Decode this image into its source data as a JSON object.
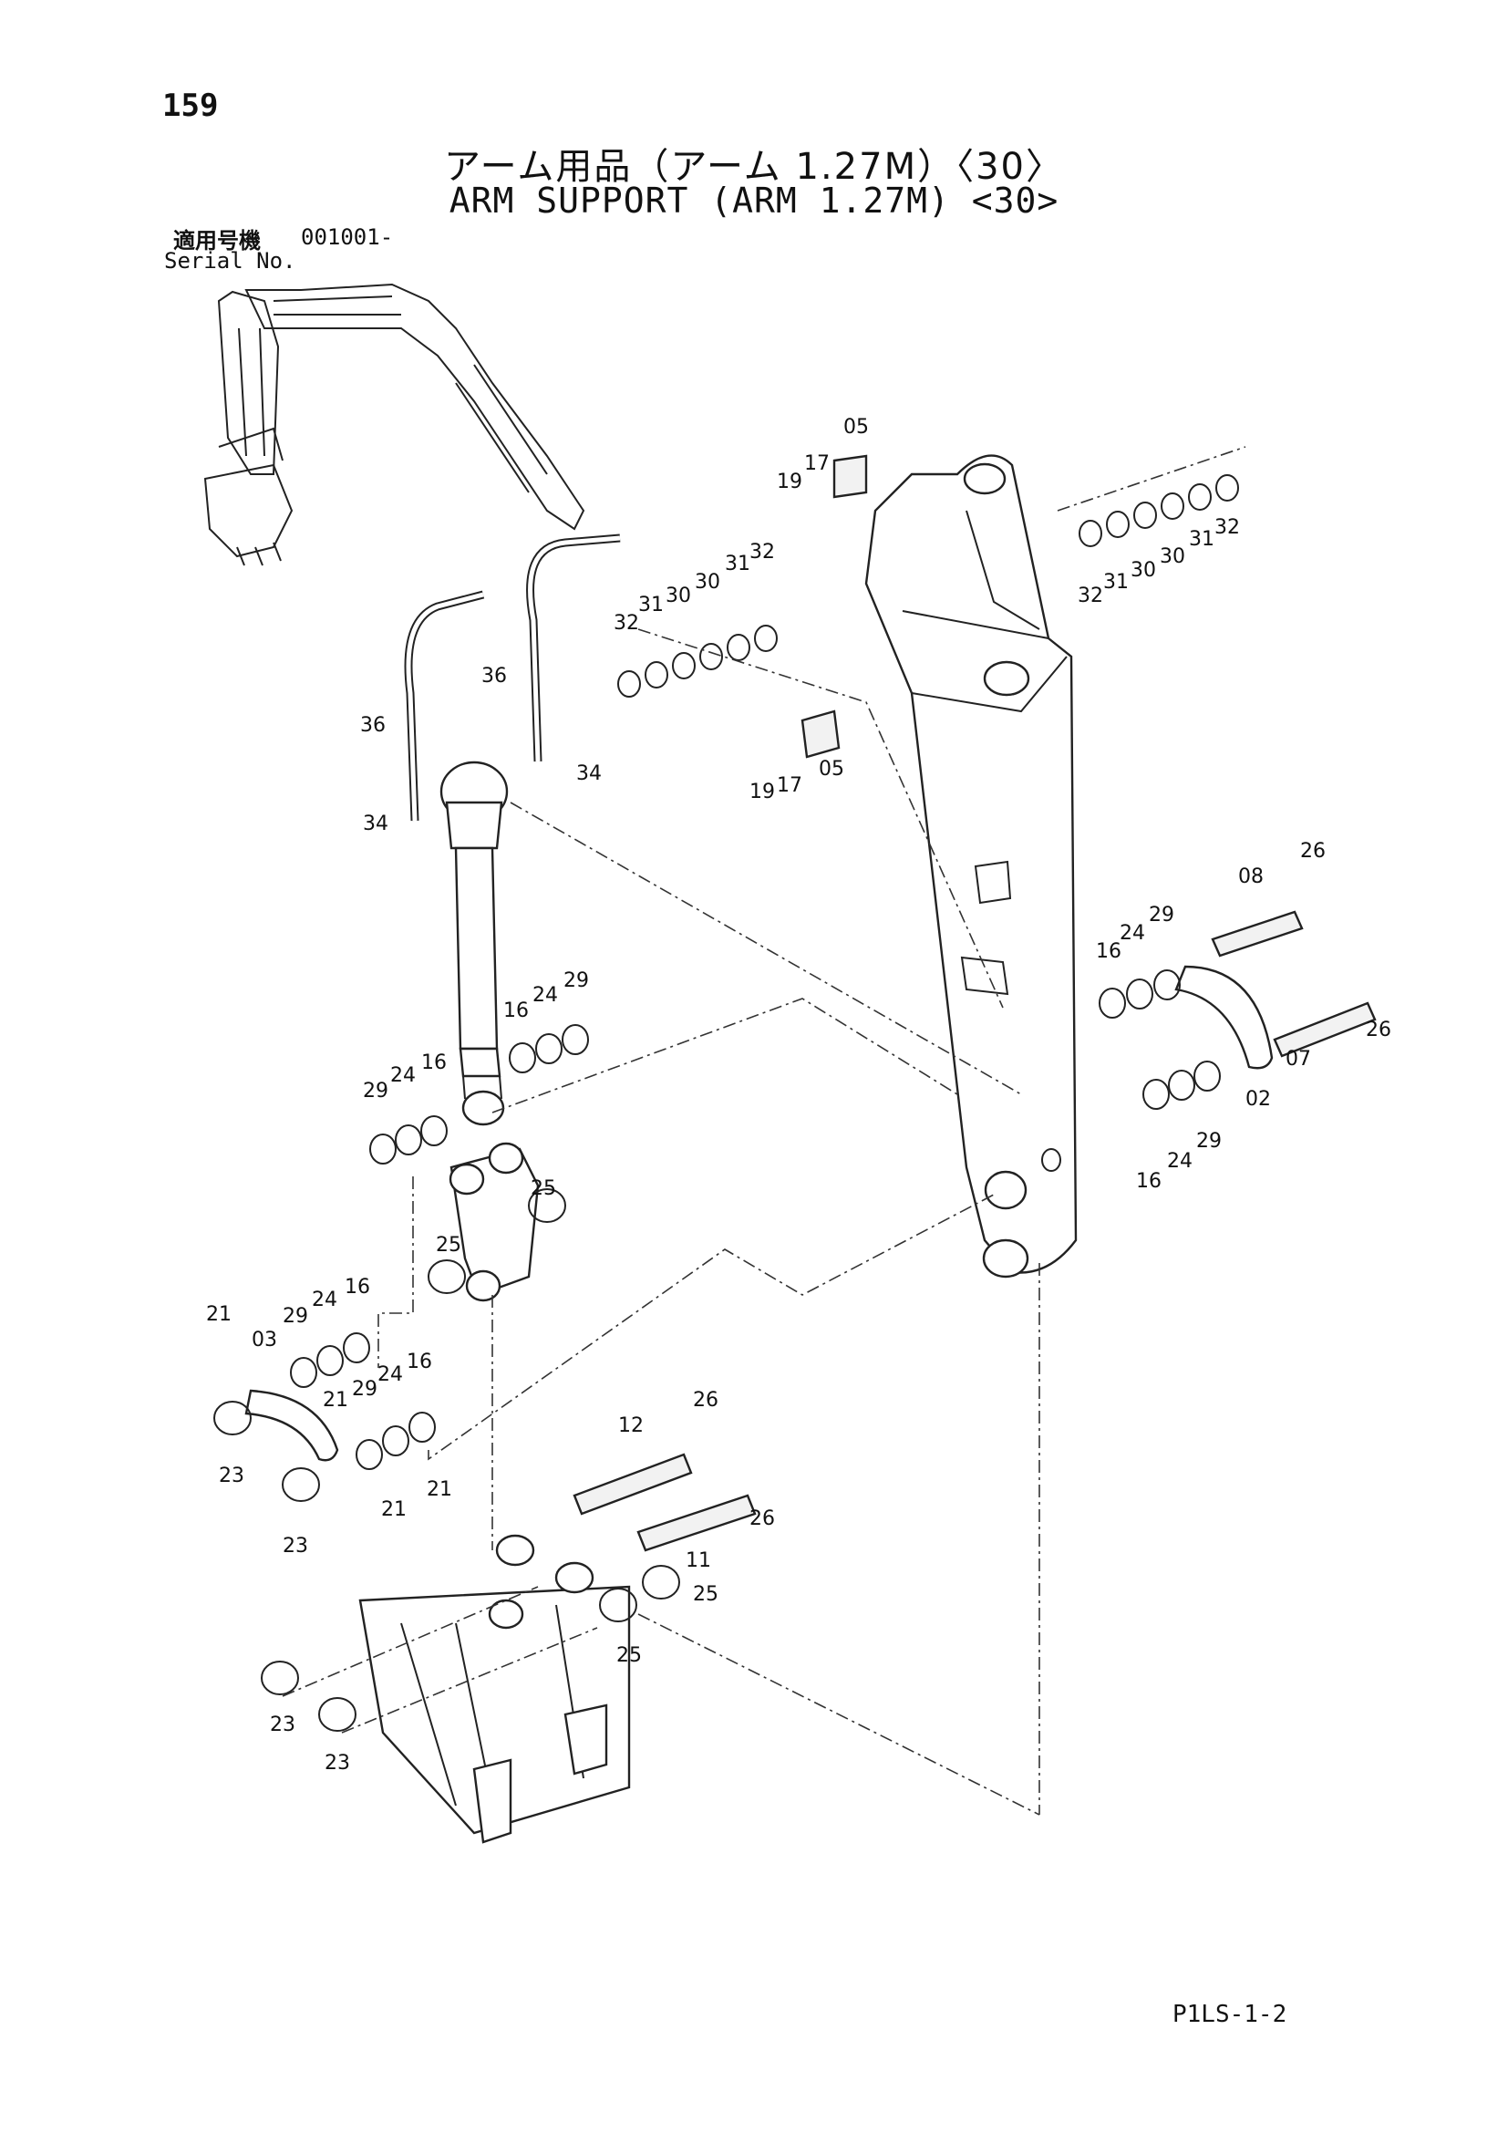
{
  "page": {
    "number": "159",
    "title_jp": "アーム用品（アーム 1.27M）〈30〉",
    "title_en": "ARM SUPPORT (ARM 1.27M) <30>",
    "serial_label_jp": "適用号機",
    "serial_label_en": "Serial No.",
    "serial_value": "001001-",
    "footer_code": "P1LS-1-2"
  },
  "callouts": [
    {
      "id": "c05a",
      "text": "05"
    },
    {
      "id": "c17a",
      "text": "17"
    },
    {
      "id": "c19a",
      "text": "19"
    },
    {
      "id": "c32a",
      "text": "32"
    },
    {
      "id": "c31a",
      "text": "31"
    },
    {
      "id": "c30a",
      "text": "30"
    },
    {
      "id": "c30b",
      "text": "30"
    },
    {
      "id": "c31b",
      "text": "31"
    },
    {
      "id": "c32b",
      "text": "32"
    },
    {
      "id": "c32c",
      "text": "32"
    },
    {
      "id": "c31c",
      "text": "31"
    },
    {
      "id": "c30c",
      "text": "30"
    },
    {
      "id": "c30d",
      "text": "30"
    },
    {
      "id": "c31d",
      "text": "31"
    },
    {
      "id": "c32d",
      "text": "32"
    },
    {
      "id": "c36a",
      "text": "36"
    },
    {
      "id": "c36b",
      "text": "36"
    },
    {
      "id": "c34a",
      "text": "34"
    },
    {
      "id": "c34b",
      "text": "34"
    },
    {
      "id": "c19b",
      "text": "19"
    },
    {
      "id": "c17b",
      "text": "17"
    },
    {
      "id": "c05b",
      "text": "05"
    },
    {
      "id": "c26a",
      "text": "26"
    },
    {
      "id": "c08",
      "text": "08"
    },
    {
      "id": "c16a",
      "text": "16"
    },
    {
      "id": "c24a",
      "text": "24"
    },
    {
      "id": "c29a",
      "text": "29"
    },
    {
      "id": "c26b",
      "text": "26"
    },
    {
      "id": "c07",
      "text": "07"
    },
    {
      "id": "c02",
      "text": "02"
    },
    {
      "id": "c29b",
      "text": "29"
    },
    {
      "id": "c24b",
      "text": "24"
    },
    {
      "id": "c16b",
      "text": "16"
    },
    {
      "id": "c16c",
      "text": "16"
    },
    {
      "id": "c24c",
      "text": "24"
    },
    {
      "id": "c29c",
      "text": "29"
    },
    {
      "id": "c29d",
      "text": "29"
    },
    {
      "id": "c24d",
      "text": "24"
    },
    {
      "id": "c16d",
      "text": "16"
    },
    {
      "id": "c25a",
      "text": "25"
    },
    {
      "id": "c25b",
      "text": "25"
    },
    {
      "id": "c21a",
      "text": "21"
    },
    {
      "id": "c03",
      "text": "03"
    },
    {
      "id": "c29e",
      "text": "29"
    },
    {
      "id": "c24e",
      "text": "24"
    },
    {
      "id": "c16e",
      "text": "16"
    },
    {
      "id": "c21b",
      "text": "21"
    },
    {
      "id": "c29f",
      "text": "29"
    },
    {
      "id": "c24f",
      "text": "24"
    },
    {
      "id": "c16f",
      "text": "16"
    },
    {
      "id": "c23a",
      "text": "23"
    },
    {
      "id": "c23b",
      "text": "23"
    },
    {
      "id": "c26c",
      "text": "26"
    },
    {
      "id": "c12",
      "text": "12"
    },
    {
      "id": "c21c",
      "text": "21"
    },
    {
      "id": "c21d",
      "text": "21"
    },
    {
      "id": "c26d",
      "text": "26"
    },
    {
      "id": "c11",
      "text": "11"
    },
    {
      "id": "c25c",
      "text": "25"
    },
    {
      "id": "c25d",
      "text": "25"
    },
    {
      "id": "c23c",
      "text": "23"
    },
    {
      "id": "c23d",
      "text": "23"
    }
  ]
}
